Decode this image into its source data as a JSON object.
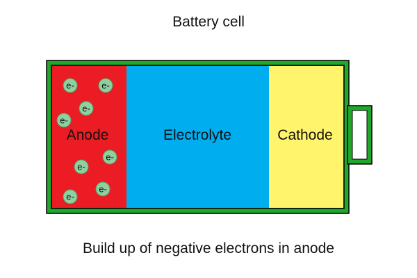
{
  "title": "Battery cell",
  "caption": "Build up of negative electrons in anode",
  "regions": {
    "anode": {
      "label": "Anode",
      "color": "#ec1c24"
    },
    "electrolyte": {
      "label": "Electrolyte",
      "color": "#00adef"
    },
    "cathode": {
      "label": "Cathode",
      "color": "#fff46b"
    }
  },
  "casing_color": "#21a72b",
  "electron": {
    "label": "e-",
    "color": "#8fd19e",
    "count": 8
  }
}
